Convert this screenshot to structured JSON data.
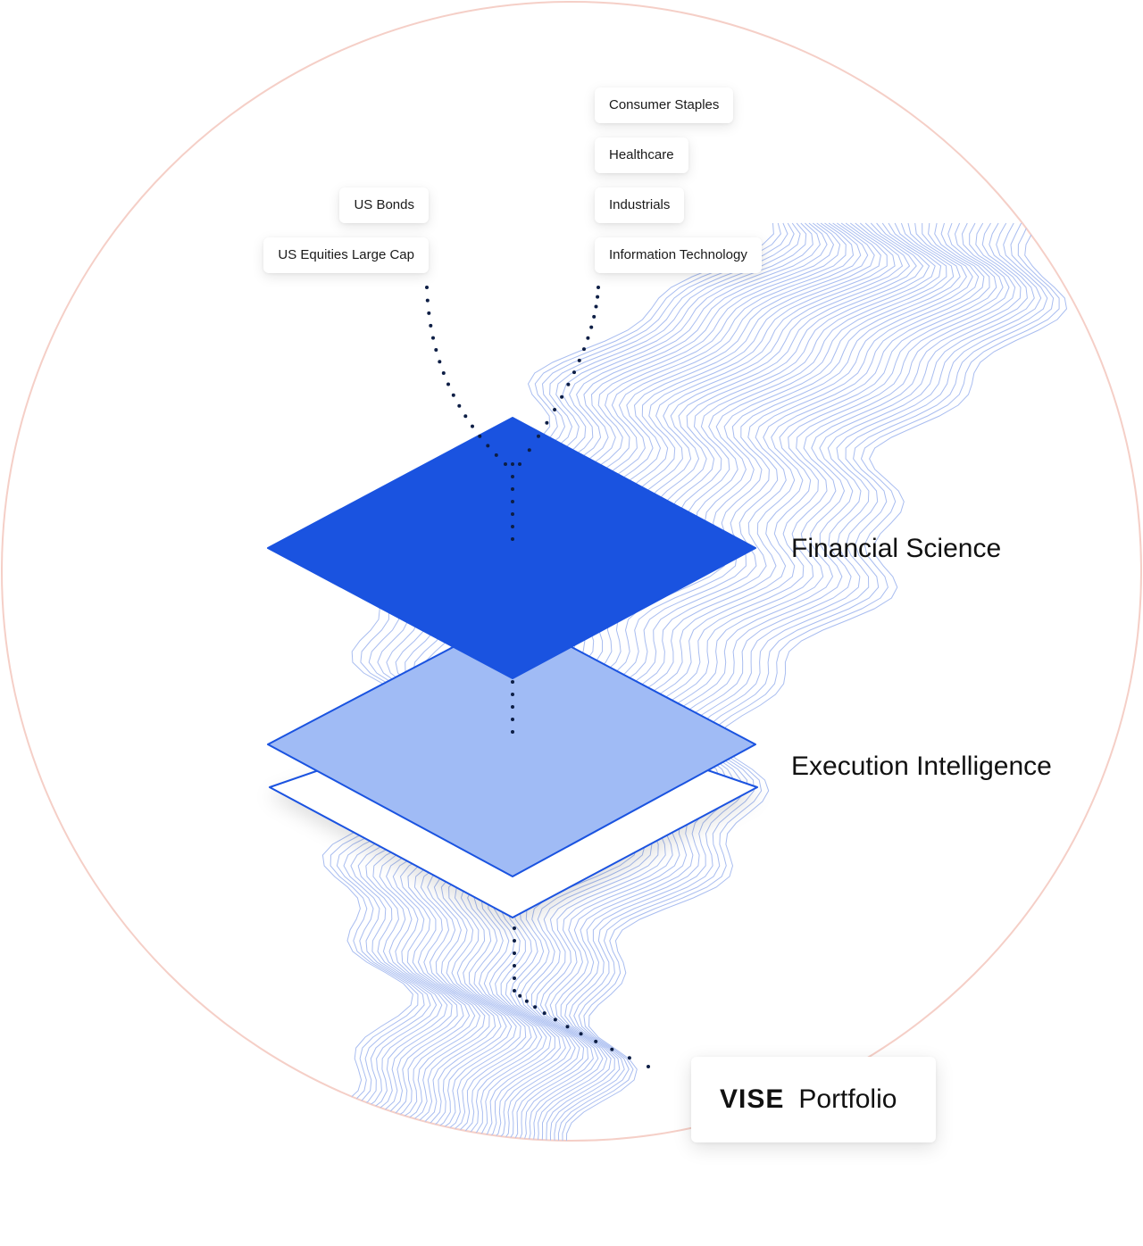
{
  "left_tags": [
    {
      "label": "US Bonds"
    },
    {
      "label": "US Equities Large Cap"
    }
  ],
  "right_tags": [
    {
      "label": "Consumer Staples"
    },
    {
      "label": "Healthcare"
    },
    {
      "label": "Industrials"
    },
    {
      "label": "Information Technology"
    }
  ],
  "layers": [
    {
      "label": "Financial Science",
      "color": "#1a53e0"
    },
    {
      "label": "Execution Intelligence",
      "color": "#a0bbf5"
    }
  ],
  "portfolio": {
    "brand": "VISE",
    "label": "Portfolio"
  },
  "colors": {
    "circle_outline": "#f5cfc7",
    "wave_lines": "#a9bdf0",
    "dots": "#0d1e45",
    "layer_border": "#1a53e0"
  }
}
